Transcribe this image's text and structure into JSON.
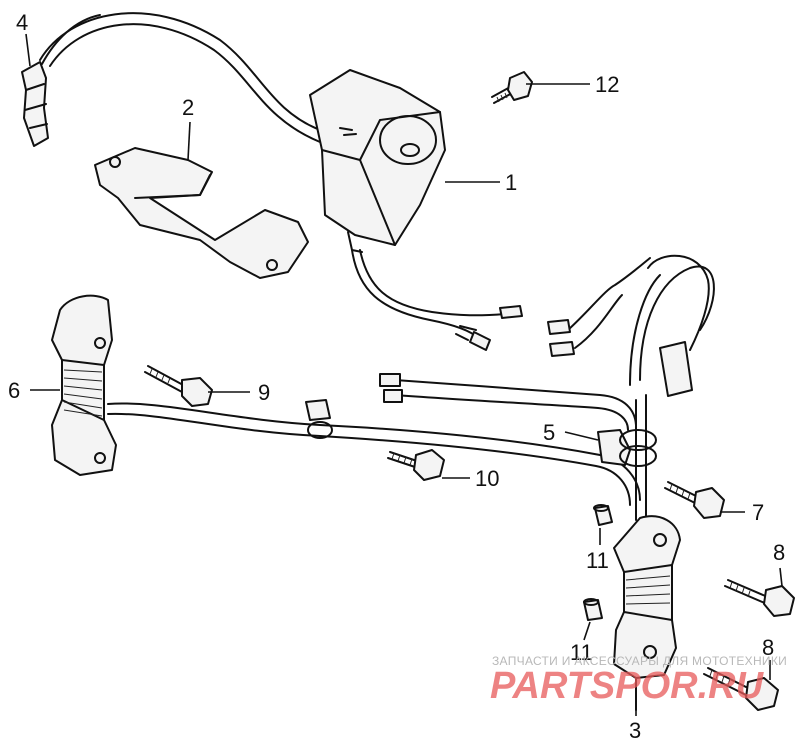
{
  "callouts": {
    "c1": "1",
    "c2": "2",
    "c3": "3",
    "c4": "4",
    "c5": "5",
    "c6": "6",
    "c7": "7",
    "c8a": "8",
    "c8b": "8",
    "c9": "9",
    "c10": "10",
    "c11a": "11",
    "c11b": "11",
    "c12": "12"
  },
  "watermark": {
    "tagline": "ЗАПЧАСТИ И АКСЕССУАРЫ ДЛЯ МОТОТЕХНИКИ",
    "logo": "PARTSPOR.RU"
  },
  "colors": {
    "ink": "#111111",
    "watermark_text": "#b8b8b8",
    "watermark_logo": "#e85a5a"
  }
}
